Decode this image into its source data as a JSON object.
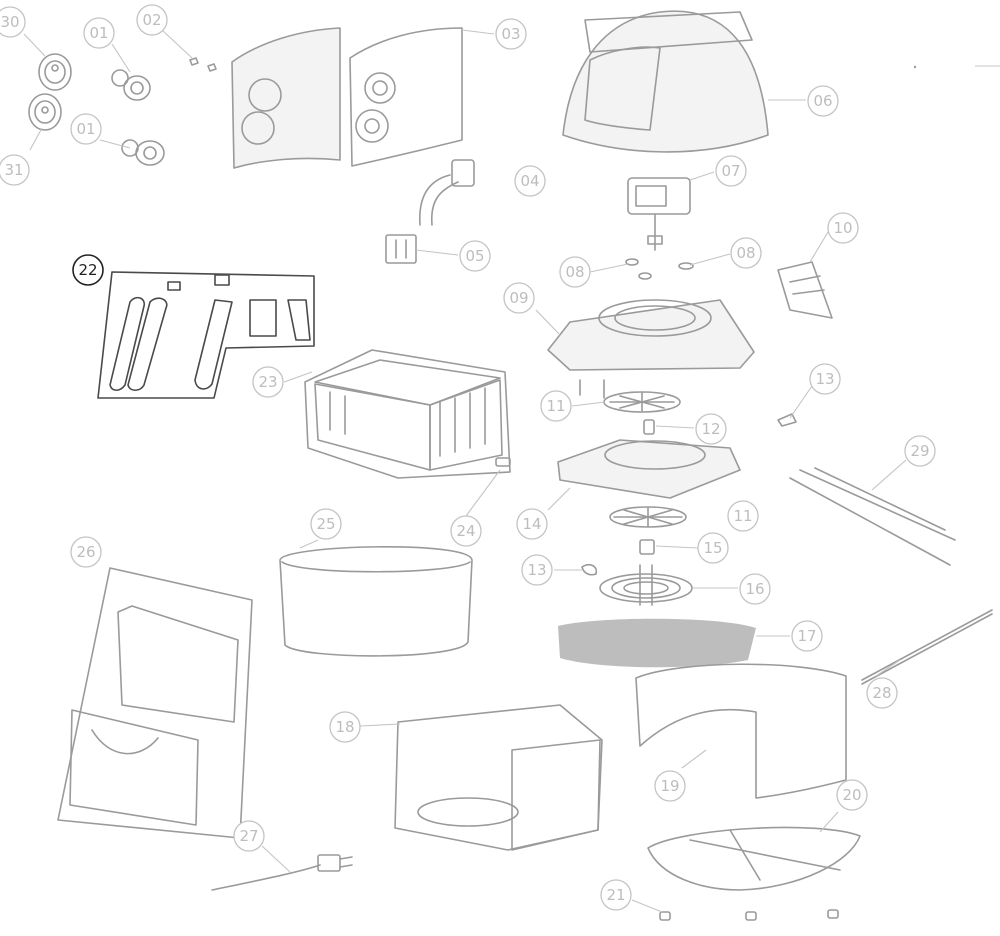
{
  "callouts": {
    "c30": "30",
    "c01a": "01",
    "c02": "02",
    "c03": "03",
    "c06": "06",
    "c31": "31",
    "c01b": "01",
    "c07": "07",
    "c04": "04",
    "c22": "22",
    "c05": "05",
    "c08a": "08",
    "c08b": "08",
    "c10": "10",
    "c09": "09",
    "c23": "23",
    "c11a": "11",
    "c12": "12",
    "c13a": "13",
    "c29": "29",
    "c14": "14",
    "c24": "24",
    "c11b": "11",
    "c25": "25",
    "c26": "26",
    "c15": "15",
    "c13b": "13",
    "c16": "16",
    "c17": "17",
    "c28": "28",
    "c18": "18",
    "c19": "19",
    "c20": "20",
    "c27": "27",
    "c21": "21"
  },
  "colors": {
    "line": "#9a9a9a",
    "highlight": "#222222",
    "callout_text": "#bdbdbd"
  }
}
